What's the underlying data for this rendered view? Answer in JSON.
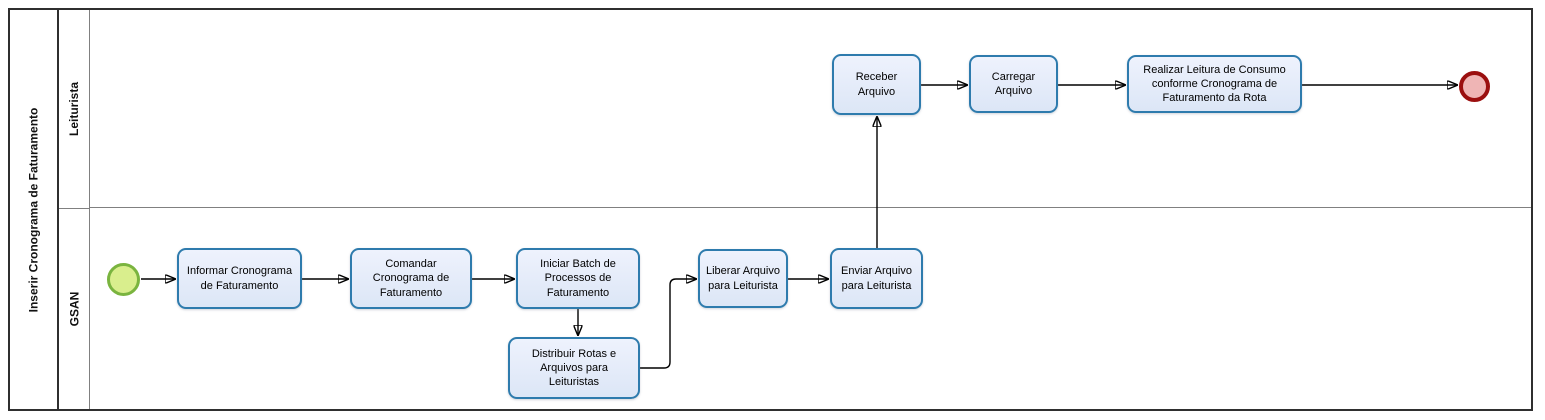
{
  "pool": {
    "title": "Inserir Cronograma de Faturamento"
  },
  "lanes": [
    {
      "label": "Leiturista"
    },
    {
      "label": "GSAN"
    }
  ],
  "tasks": {
    "informar": {
      "label": "Informar Cronograma de Faturamento"
    },
    "comandar": {
      "label": "Comandar Cronograma de Faturamento"
    },
    "iniciar_batch": {
      "label": "Iniciar Batch de Processos de Faturamento"
    },
    "distribuir": {
      "label": "Distribuir  Rotas e Arquivos para Leituristas"
    },
    "liberar": {
      "label": "Liberar Arquivo para Leiturista"
    },
    "enviar": {
      "label": "Enviar Arquivo para Leiturista"
    },
    "receber": {
      "label": "Receber Arquivo"
    },
    "carregar": {
      "label": "Carregar Arquivo"
    },
    "realizar": {
      "label": "Realizar Leitura de Consumo conforme Cronograma de Faturamento da Rota"
    }
  },
  "events": {
    "start": {
      "name": "start-event",
      "fill": "#d9ee8d",
      "border": "#7ab43f"
    },
    "end": {
      "name": "end-event",
      "fill": "#efb5b5",
      "border": "#9b0f0f"
    }
  },
  "colors": {
    "task_border": "#2e7bad",
    "task_fill_top": "#eef2fd",
    "task_fill_bottom": "#dce6f6",
    "lane_line": "#808080",
    "pool_border": "#2f2f2f",
    "flow": "#000000"
  }
}
